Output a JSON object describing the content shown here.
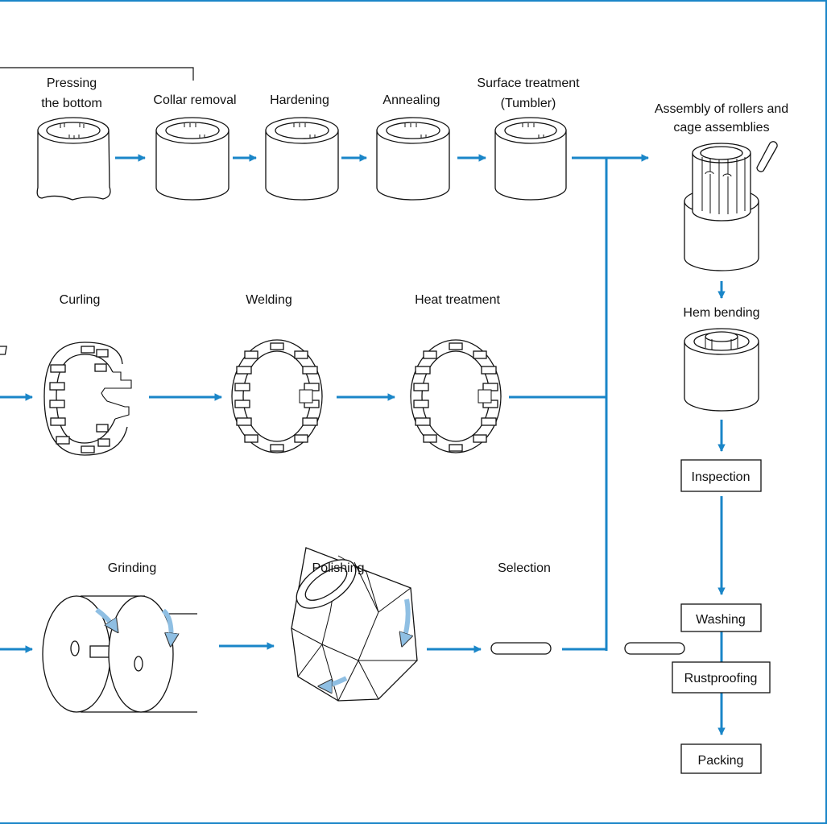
{
  "labels": {
    "pressing": [
      "Pressing",
      "the bottom"
    ],
    "collar_removal": "Collar removal",
    "hardening": "Hardening",
    "annealing": "Annealing",
    "surface": [
      "Surface treatment",
      "(Tumbler)"
    ],
    "assembly": [
      "Assembly of rollers and",
      "cage assemblies"
    ],
    "curling": "Curling",
    "welding": "Welding",
    "heat_treatment": "Heat treatment",
    "hem_bending": "Hem bending",
    "grinding": "Grinding",
    "polishing": "Polishing",
    "selection": "Selection"
  },
  "boxes": {
    "inspection": "Inspection",
    "washing": "Washing",
    "rustproofing": "Rustproofing",
    "packing": "Packing"
  },
  "colors": {
    "flow": "#1a86c8",
    "rotation_arrow": "#8fbfe3",
    "line": "#111111"
  }
}
